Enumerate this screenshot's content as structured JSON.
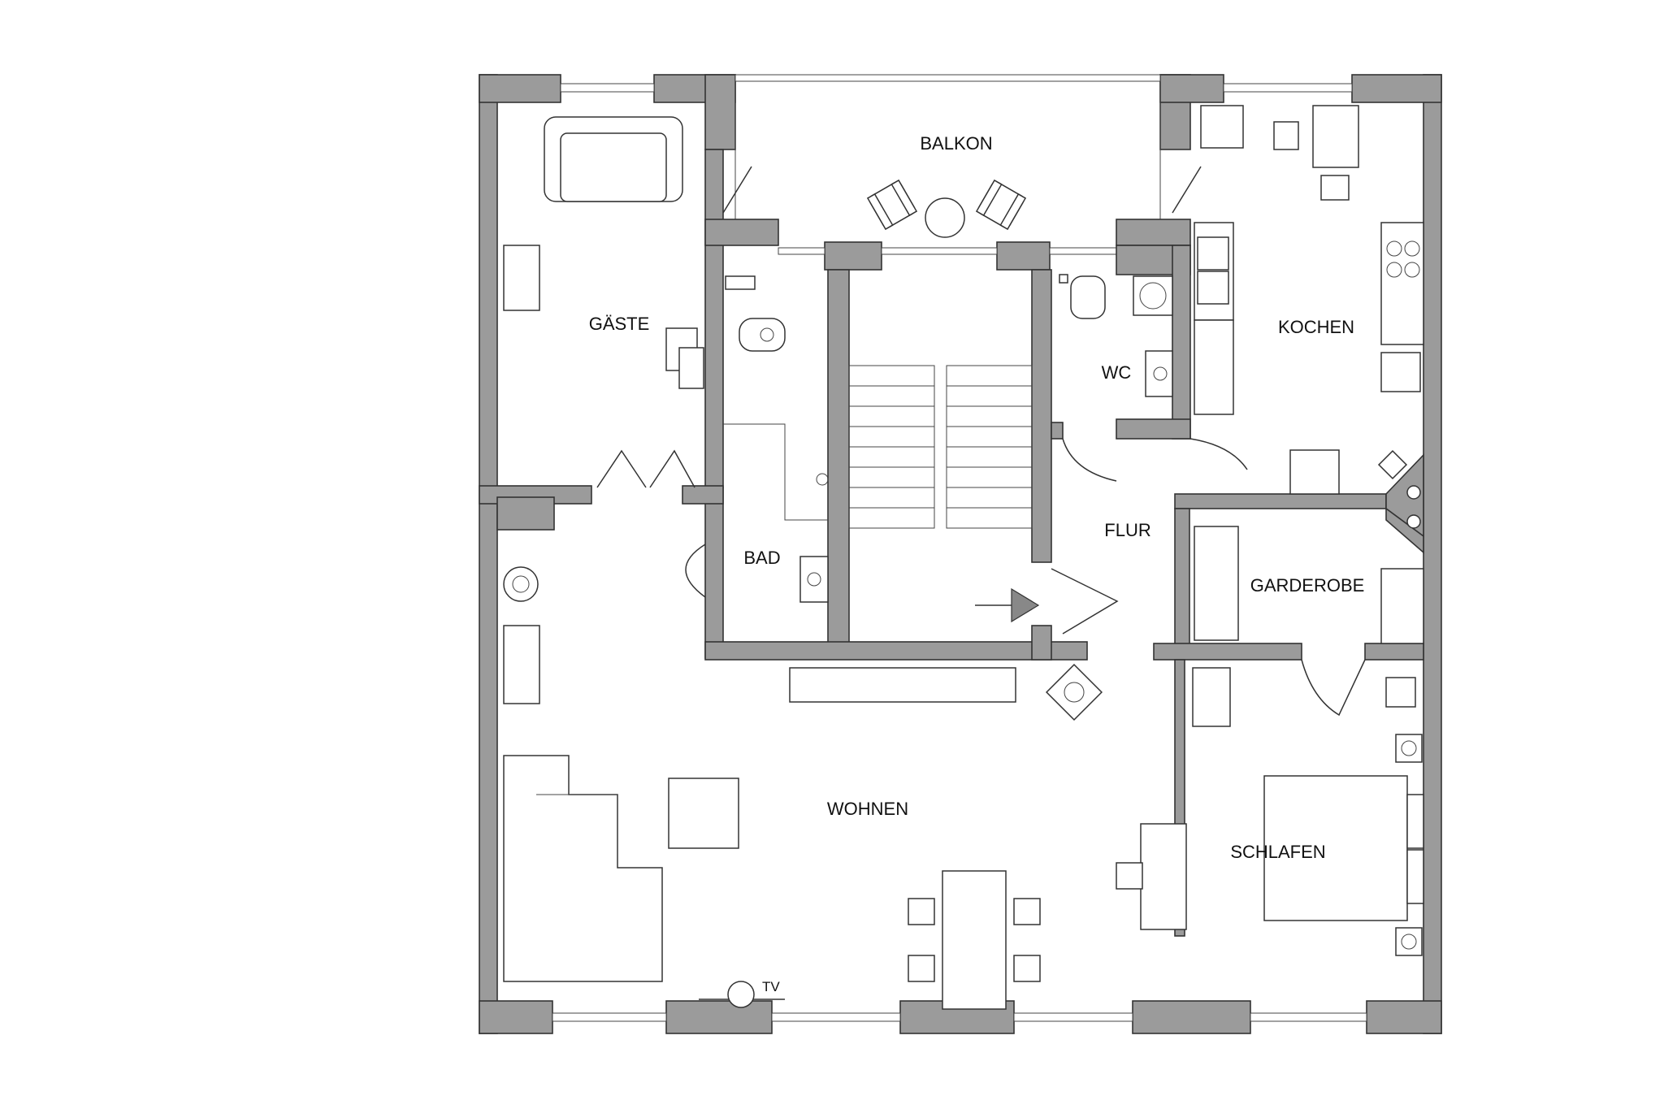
{
  "rooms": {
    "balkon": "BALKON",
    "gaeste": "GÄSTE",
    "kochen": "KOCHEN",
    "wc": "WC",
    "bad": "BAD",
    "flur": "FLUR",
    "garderobe": "GARDEROBE",
    "wohnen": "WOHNEN",
    "schlafen": "SCHLAFEN"
  },
  "labels": {
    "tv": "TV"
  },
  "colors": {
    "wall": "#9b9b9b",
    "line": "#333333",
    "background": "#ffffff"
  }
}
